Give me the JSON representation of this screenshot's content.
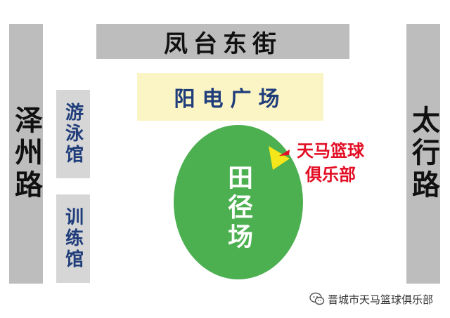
{
  "roads": {
    "top": "凤台东街",
    "left": "泽州路",
    "right": "太行路"
  },
  "plaza": "阳电广场",
  "halls": {
    "swimming": "游泳馆",
    "training": "训练馆"
  },
  "field": {
    "label": "田径场",
    "color": "#4caf50"
  },
  "club": {
    "line1": "天马篮球",
    "line2": "俱乐部",
    "marker_color": "#f5e51b",
    "arrow_color": "#e30d24"
  },
  "watermark": {
    "text": "晋城市天马篮球俱乐部",
    "icon": "wechat-icon"
  }
}
